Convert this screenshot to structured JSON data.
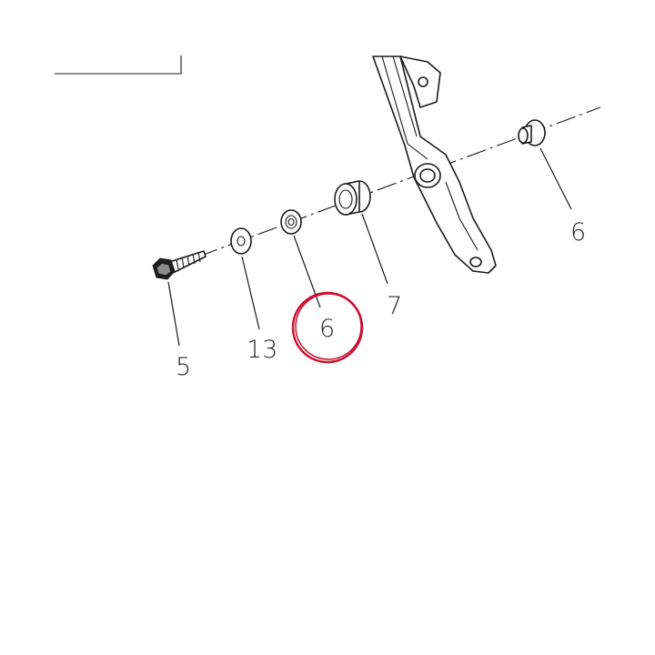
{
  "callouts": {
    "bolt": "5",
    "washer": "13",
    "bushing_left": "6",
    "spacer": "7",
    "bushing_right": "6"
  },
  "highlight": {
    "target": "6",
    "color": "#c8102e"
  }
}
